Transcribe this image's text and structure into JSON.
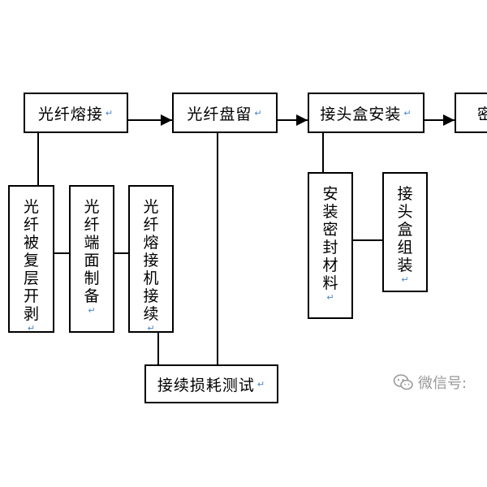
{
  "diagram": {
    "top_row": [
      {
        "id": "fusion",
        "label": "光纤熔接"
      },
      {
        "id": "coil",
        "label": "光纤盘留"
      },
      {
        "id": "box_install",
        "label": "接头盒安装"
      },
      {
        "id": "seal",
        "label": "密"
      }
    ],
    "fusion_substeps": [
      {
        "id": "strip",
        "label": "光纤被复层开剥"
      },
      {
        "id": "endface",
        "label": "光纤端面制备"
      },
      {
        "id": "splicer",
        "label": "光纤熔接机接续"
      }
    ],
    "loss_test": {
      "label": "接续损耗测试"
    },
    "box_substeps": [
      {
        "id": "seal_material",
        "label": "安装密封材料"
      },
      {
        "id": "box_assembly",
        "label": "接头盒组装"
      }
    ],
    "paragraph_mark": "↵"
  },
  "watermark": {
    "icon": "wechat-icon",
    "text": "微信号:"
  },
  "colors": {
    "line": "#000000",
    "mark": "#4a86c8",
    "watermark": "#9a9a9a"
  }
}
